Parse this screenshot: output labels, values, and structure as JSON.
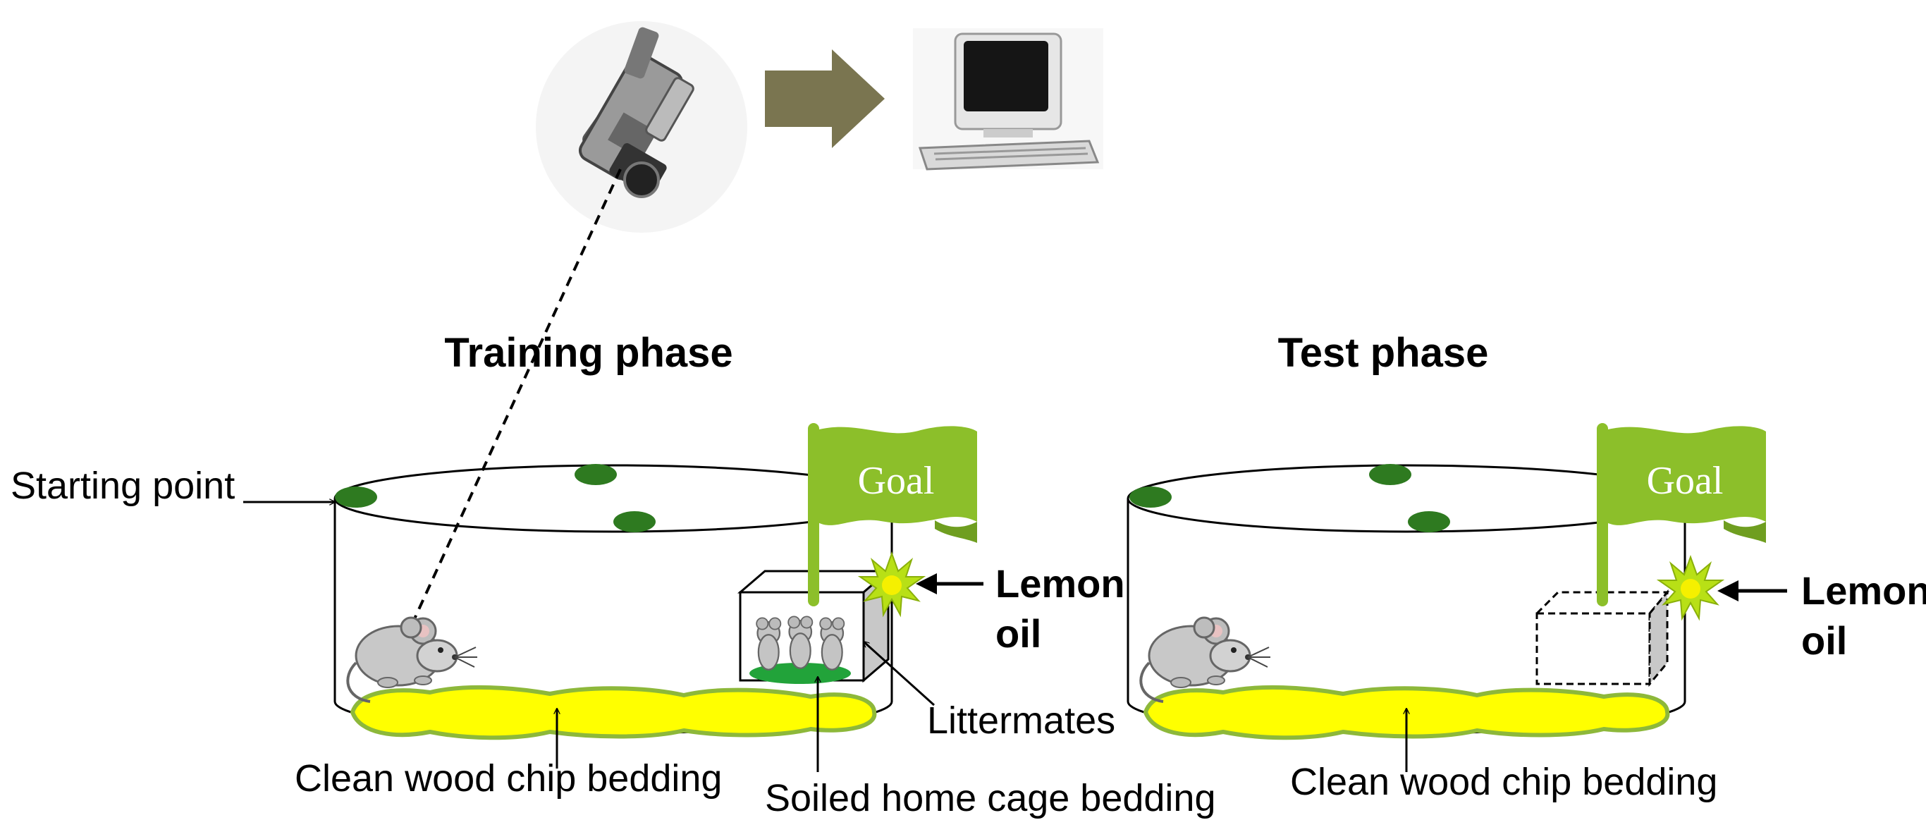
{
  "phases": {
    "training": {
      "title": "Training phase",
      "goal": "Goal",
      "lemon_line1": "Lemon",
      "lemon_line2": "oil",
      "starting_point": "Starting point",
      "clean_bedding": "Clean wood chip bedding",
      "soiled_bedding": "Soiled home cage bedding",
      "littermates": "Littermates"
    },
    "test": {
      "title": "Test phase",
      "goal": "Goal",
      "lemon_line1": "Lemon",
      "lemon_line2": "oil",
      "clean_bedding": "Clean wood chip bedding"
    }
  },
  "icons": {
    "camera": "video-camera-icon",
    "arrow": "right-arrow-icon",
    "computer": "computer-icon",
    "mouse": "mouse-icon",
    "flag": "goal-flag-icon",
    "scent": "lemon-oil-burst-icon"
  },
  "colors": {
    "flag": "#8cbf2a",
    "marker": "#2e7a20",
    "bedding": "#ffff00",
    "bedding_edge": "#8db83a",
    "arrow": "#7a7550",
    "soiled": "#22a33a"
  }
}
